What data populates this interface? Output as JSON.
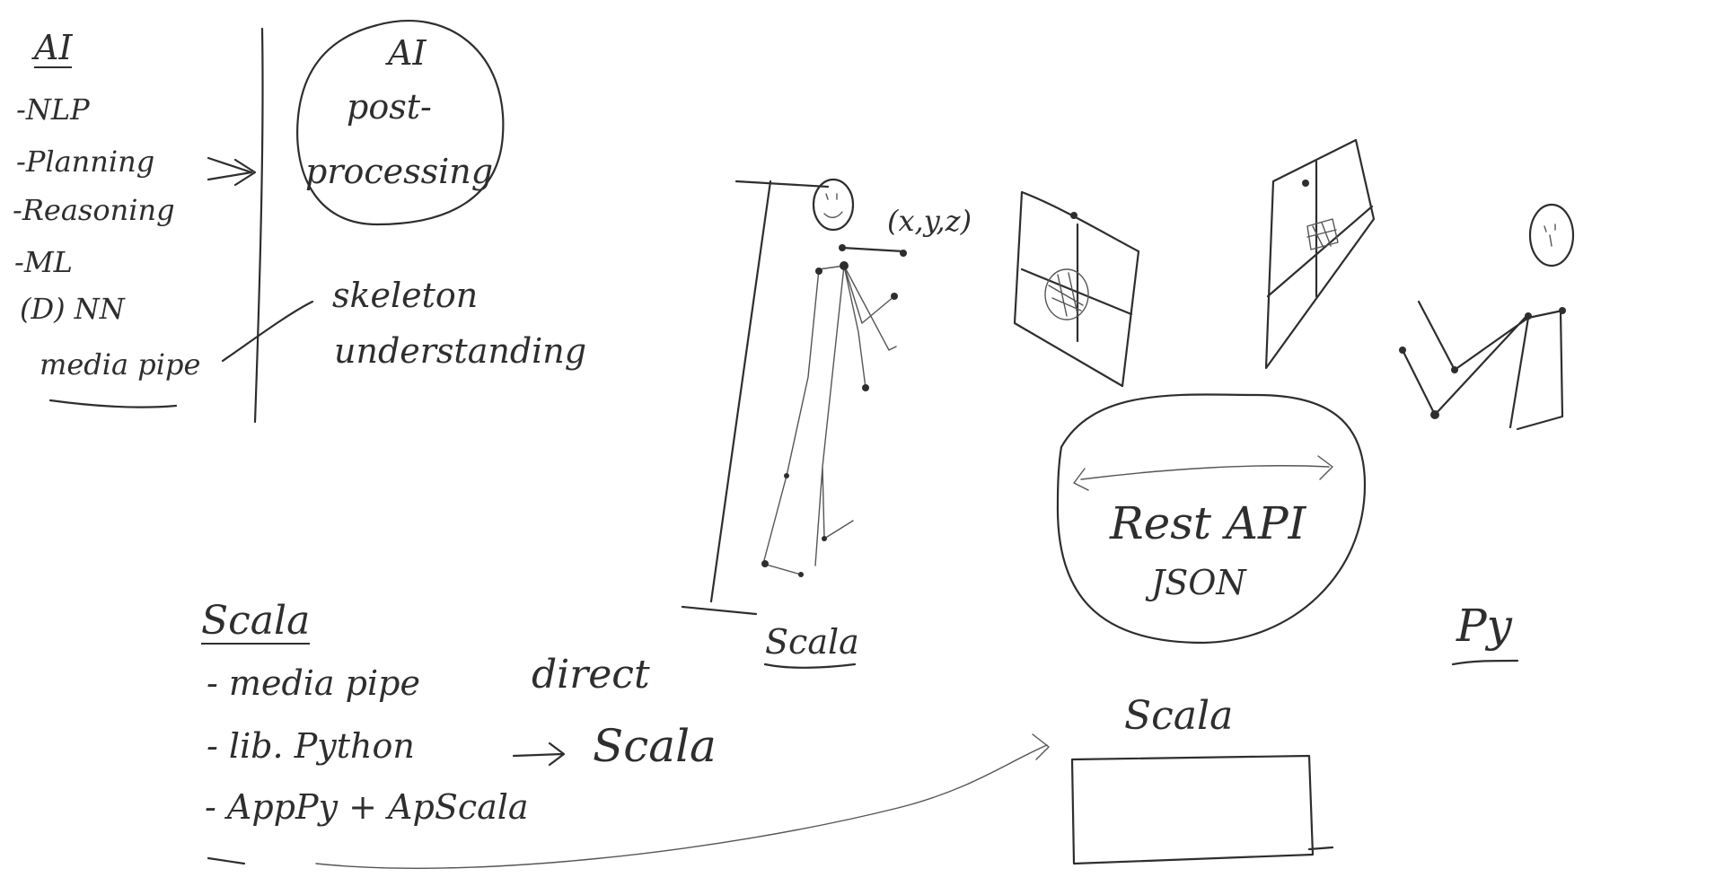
{
  "ai_section": {
    "heading": "AI",
    "items": [
      "-NLP",
      "-Planning",
      "-Reasoning",
      "-ML",
      "(D) NN"
    ],
    "last_item": "media pipe"
  },
  "ai_post_circle": {
    "line1": "AI",
    "line2": "post-",
    "line3": "processing"
  },
  "skeleton_note": {
    "line1": "skeleton",
    "line2": "understanding"
  },
  "pose_label": "(x,y,z)",
  "figure_label": "Scala",
  "api_bubble": {
    "line1": "Rest API",
    "line2": "JSON"
  },
  "py_label": "Py",
  "scala_section": {
    "heading": "Scala",
    "items": [
      "- media pipe",
      "- lib. Python",
      "- AppPy + ApScala"
    ],
    "direct": "direct",
    "arrow_target": "Scala"
  },
  "box_label": "Scala"
}
